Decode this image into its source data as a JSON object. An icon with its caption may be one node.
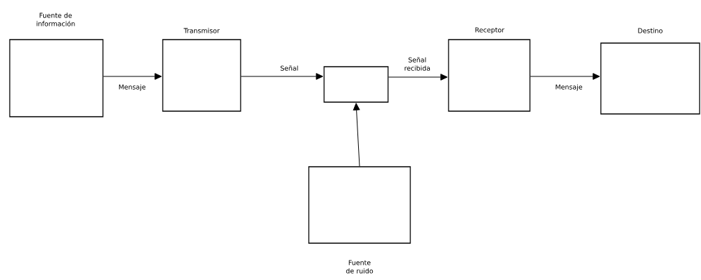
{
  "diagram": {
    "nodes": [
      {
        "text": [
          "Fuente de información"
        ]
      },
      {
        "text": [
          "Transmisor"
        ]
      },
      {
        "text": [],
        "shape": "box"
      },
      {
        "text": [
          "Receptor"
        ]
      },
      {
        "text": [
          "Destino"
        ]
      },
      {
        "text": [
          "Fuente de ruido"
        ]
      }
    ],
    "edges": [
      {
        "from": 0,
        "to": 1,
        "arrow": "to",
        "label": "Mensaje"
      },
      {
        "from": 1,
        "to": 2,
        "arrow": "to",
        "label": "Señal"
      },
      {
        "from": 2,
        "to": 3,
        "arrow": "to",
        "label": "Señal recibida"
      },
      {
        "from": 3,
        "to": 4,
        "arrow": "to",
        "label": "Mensaje"
      },
      {
        "from": 5,
        "to": 2,
        "arrow": "to"
      }
    ]
  }
}
